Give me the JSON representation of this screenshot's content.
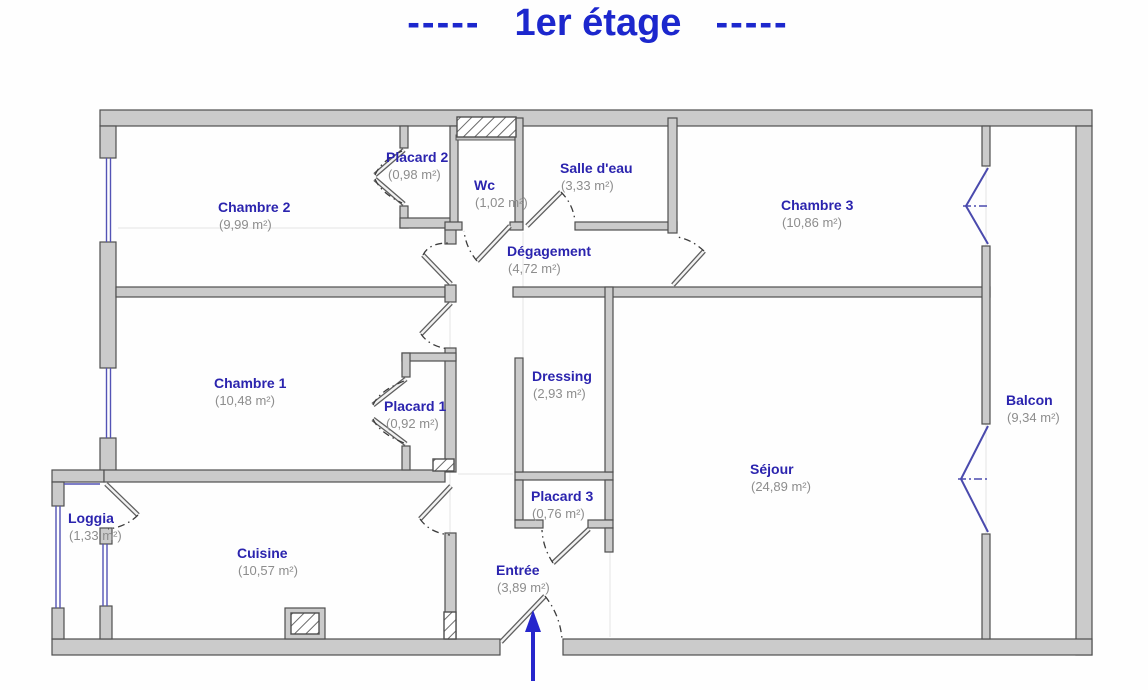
{
  "title": {
    "dashes_left": "-----",
    "text": "1er étage",
    "dashes_right": "-----"
  },
  "rooms": [
    {
      "name": "Chambre 2",
      "area": "(9,99 m²)"
    },
    {
      "name": "Placard 2",
      "area": "(0,98 m²)"
    },
    {
      "name": "Wc",
      "area": "(1,02 m²)"
    },
    {
      "name": "Salle d'eau",
      "area": "(3,33 m²)"
    },
    {
      "name": "Chambre 3",
      "area": "(10,86 m²)"
    },
    {
      "name": "Dégagement",
      "area": "(4,72 m²)"
    },
    {
      "name": "Chambre 1",
      "area": "(10,48 m²)"
    },
    {
      "name": "Placard 1",
      "area": "(0,92 m²)"
    },
    {
      "name": "Dressing",
      "area": "(2,93 m²)"
    },
    {
      "name": "Séjour",
      "area": "(24,89 m²)"
    },
    {
      "name": "Balcon",
      "area": "(9,34 m²)"
    },
    {
      "name": "Loggia",
      "area": "(1,33 m²)"
    },
    {
      "name": "Cuisine",
      "area": "(10,57 m²)"
    },
    {
      "name": "Placard 3",
      "area": "(0,76 m²)"
    },
    {
      "name": "Entrée",
      "area": "(3,89 m²)"
    }
  ],
  "colors": {
    "title_blue": "#1c27cd",
    "room_label_blue": "#2b24ae",
    "area_gray": "#8d8d8d",
    "wall_gray": "#cbcbcb",
    "window_blue": "#5353b5",
    "arrow_blue": "#2626cc"
  }
}
